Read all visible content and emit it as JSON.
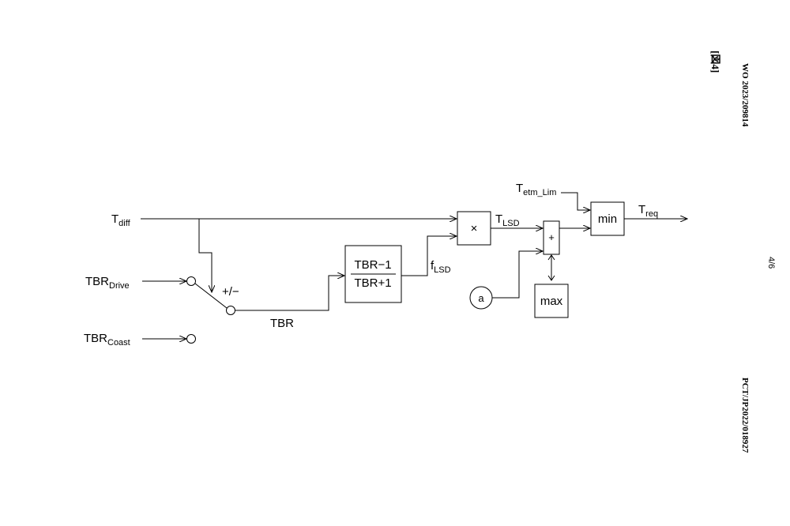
{
  "header": {
    "publication_number": "WO 2023/209814",
    "figure_label": "[図4]",
    "page_number": "4/6",
    "application_number": "PCT/JP2022/018927"
  },
  "signals": {
    "t_diff": {
      "main": "T",
      "sub": "diff"
    },
    "tbr_drive": {
      "main": "TBR",
      "sub": "Drive"
    },
    "tbr_coast": {
      "main": "TBR",
      "sub": "Coast"
    },
    "tbr": "TBR",
    "sign": "+/−",
    "f_lsd": {
      "main": "f",
      "sub": "LSD"
    },
    "t_lsd": {
      "main": "T",
      "sub": "LSD"
    },
    "t_etm_lim": {
      "main": "T",
      "sub": "etm_Lim"
    },
    "t_req": {
      "main": "T",
      "sub": "req"
    },
    "a": "a"
  },
  "blocks": {
    "ratio_numerator": "TBR−1",
    "ratio_denominator": "TBR+1",
    "multiply": "×",
    "add": "+",
    "min": "min",
    "max": "max"
  }
}
